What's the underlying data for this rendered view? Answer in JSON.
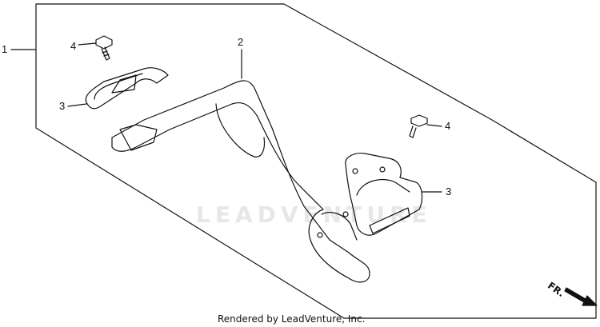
{
  "callouts": {
    "frame": "1",
    "pedal": "2",
    "stay_left": "3",
    "stay_right": "3",
    "bolt_left": "4",
    "bolt_right": "4"
  },
  "watermark": "LEADVENTURE",
  "footer": "Rendered by LeadVenture, Inc.",
  "direction_label": "FR."
}
